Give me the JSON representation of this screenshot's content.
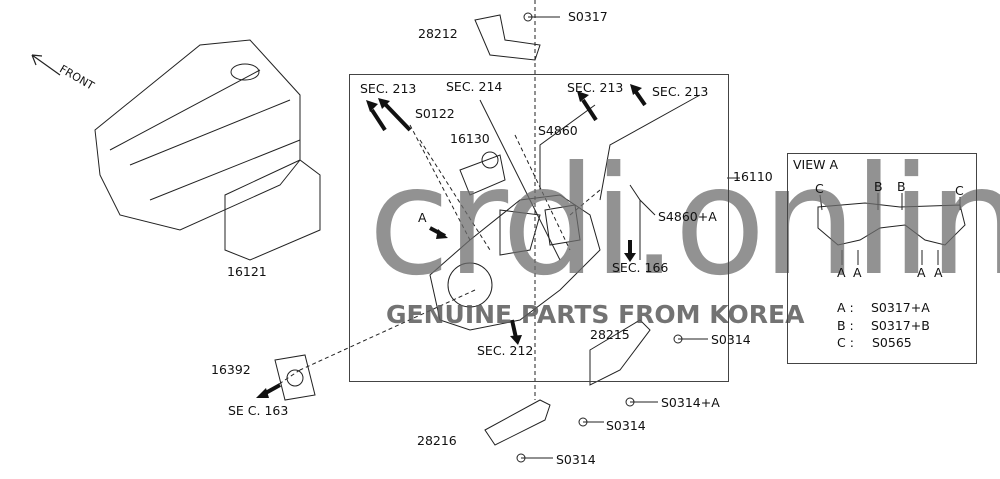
{
  "front": "FRONT",
  "labels": {
    "p28212": "28212",
    "s0317": "S0317",
    "sec213a": "SEC.  213",
    "sec214": "SEC.  214",
    "sec213b": "SEC.  213",
    "sec213c": "SEC.  213",
    "s0122": "S0122",
    "p16130": "16130",
    "s4860": "S4860",
    "p16110": "16110",
    "s4860a": "S4860+A",
    "sec166": "SEC.  166",
    "viewA_arrow": "A",
    "p16121": "16121",
    "sec212": "SEC.  212",
    "p28215": "28215",
    "s0314a": "S0314",
    "p16392": "16392",
    "sec163": "SE C. 163",
    "s0314plusA": "S0314+A",
    "s0314b": "S0314",
    "p28216": "28216",
    "s0314c": "S0314"
  },
  "view": {
    "title": "VIEW A",
    "marks": [
      "C",
      "B",
      "B",
      "C",
      "A",
      "A",
      "A",
      "A"
    ],
    "legend": [
      {
        "k": "A :",
        "v": "S0317+A"
      },
      {
        "k": "B :",
        "v": "S0317+B"
      },
      {
        "k": "C :",
        "v": "S0565"
      }
    ]
  },
  "watermark": {
    "brand": "crdi.online",
    "tagline": "GENUINE PARTS FROM KOREA"
  }
}
